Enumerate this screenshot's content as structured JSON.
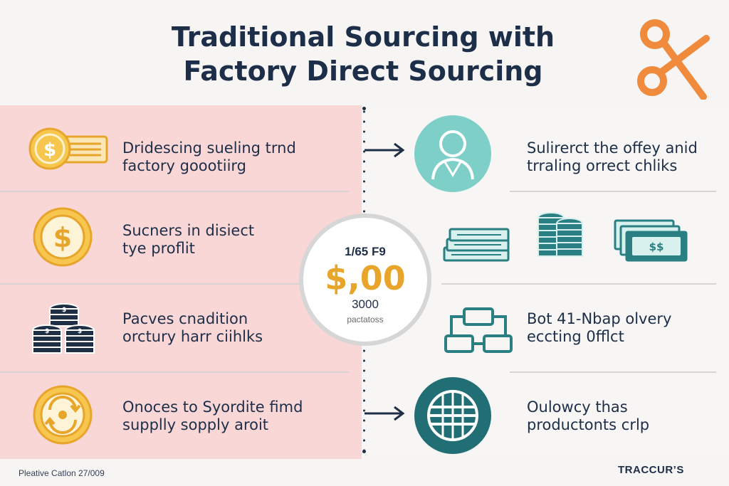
{
  "title": {
    "line1": "Traditional Sourcing with",
    "line2": "Factory Direct Sourcing"
  },
  "left_rows": [
    {
      "line1": "Dridescing sueling trnd",
      "line2": "factory goootiirg",
      "icon": "dollar-coin-cash-icon"
    },
    {
      "line1": "Sucners in disiect",
      "line2": "tye proflit",
      "icon": "dollar-coin-icon"
    },
    {
      "line1": "Pacves cnadition",
      "line2": "orctury harr ciihlks",
      "icon": "coin-stacks-icon"
    },
    {
      "line1": "Onoces to Syordite fimd",
      "line2": "supplly sopply aroit",
      "icon": "coin-cycle-icon"
    }
  ],
  "right_rows": [
    {
      "line1": "Sulirerct the offey anid",
      "line2": "trraling orrect chliks",
      "icon": "person-avatar-icon"
    },
    {
      "line1": "",
      "line2": "",
      "icons": [
        "cash-stack-icon",
        "coin-stack-icon",
        "money-bills-icon"
      ]
    },
    {
      "line1": "Bot 41-Nbap olvery",
      "line2": "eccting 0fflct",
      "icon": "flowchart-icon"
    },
    {
      "line1": "Oulowcy thas",
      "line2": "productonts crlp",
      "icon": "globe-icon"
    }
  ],
  "center": {
    "small": "1/65 F9",
    "big": "$,00",
    "mid": "3000",
    "tiny": "pactatoss"
  },
  "footer": {
    "left": "Pleative Catlon 27/009",
    "right": "TRACCUR’S"
  },
  "colors": {
    "navy": "#1d2e48",
    "gold": "#e8a52c",
    "teal": "#2a7f82",
    "teal_light": "#7fcfc9",
    "orange": "#f08a3c",
    "pink_panel": "#f9d7d7"
  }
}
